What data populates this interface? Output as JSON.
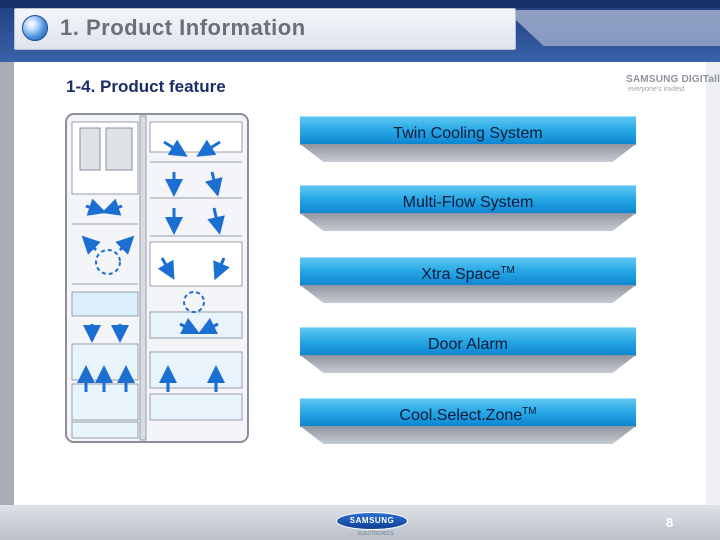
{
  "header": {
    "title": "1. Product Information"
  },
  "section": {
    "subtitle": "1-4. Product feature"
  },
  "brand": {
    "logo_main": "SAMSUNG DIGITall",
    "logo_sub": "everyone's invited."
  },
  "features": [
    {
      "label": "Twin Cooling System",
      "sup": ""
    },
    {
      "label": "Multi-Flow System",
      "sup": ""
    },
    {
      "label": "Xtra Space",
      "sup": "TM"
    },
    {
      "label": "Door Alarm",
      "sup": ""
    },
    {
      "label": "Cool.Select.Zone",
      "sup": "TM"
    }
  ],
  "footer": {
    "logo_text": "SAMSUNG",
    "logo_sub": "ELECTRONICS",
    "page_number": "8"
  },
  "colors": {
    "bar_blue": "#28a9e6",
    "header_blue": "#2e5197",
    "title_text": "#1c2e66"
  }
}
